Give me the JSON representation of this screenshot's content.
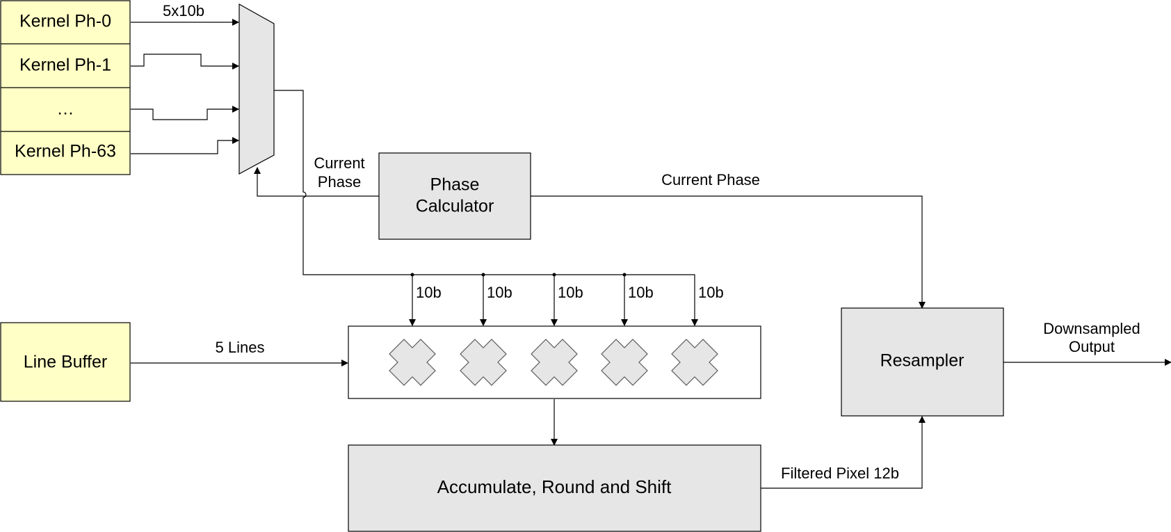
{
  "kernel_table": {
    "rows": [
      "Kernel Ph-0",
      "Kernel Ph-1",
      "…",
      "Kernel Ph-63"
    ],
    "bus_label": "5x10b"
  },
  "phase_calculator": {
    "label_line1": "Phase",
    "label_line2": "Calculator",
    "mux_label_line1": "Current",
    "mux_label_line2": "Phase",
    "resampler_label": "Current Phase"
  },
  "line_buffer": {
    "label": "Line Buffer",
    "out_label": "5 Lines"
  },
  "multipliers": {
    "count": 5,
    "coef_labels": [
      "10b",
      "10b",
      "10b",
      "10b",
      "10b"
    ]
  },
  "accumulator": {
    "label": "Accumulate, Round and Shift",
    "out_label": "Filtered Pixel 12b"
  },
  "resampler": {
    "label": "Resampler",
    "out_label_line1": "Downsampled",
    "out_label_line2": "Output"
  }
}
